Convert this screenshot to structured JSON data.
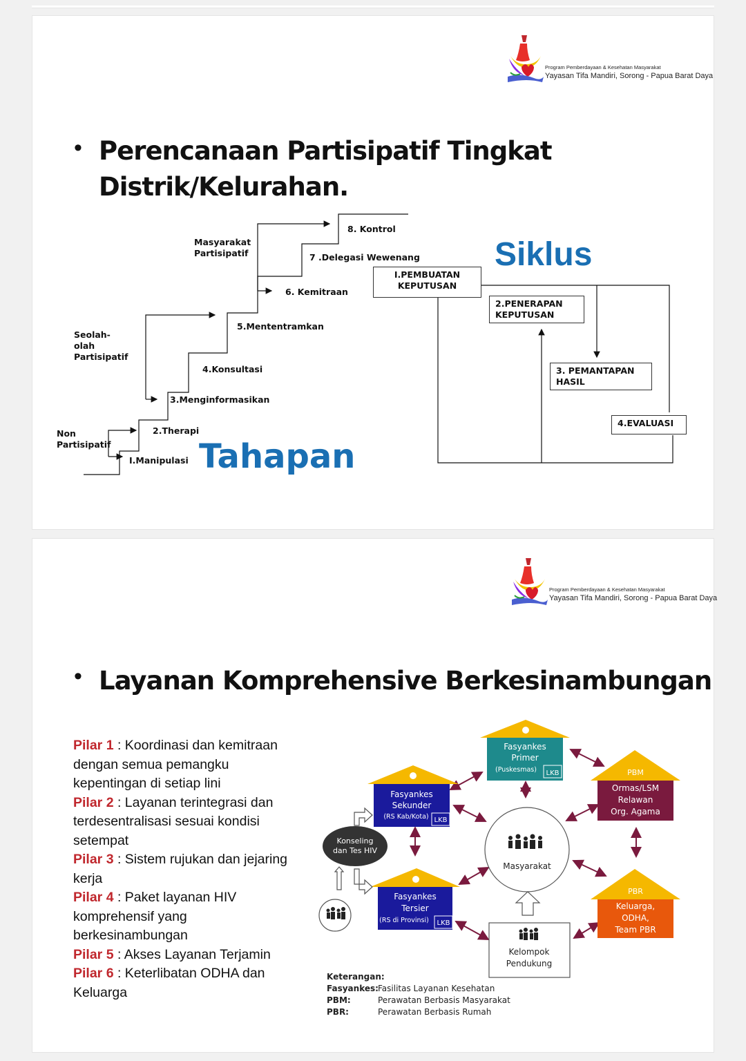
{
  "header": {
    "program_line": "Program Pemberdayaan & Kesehatan Masyarakat",
    "org_line": "Yayasan Tifa Mandiri, Sorong - Papua Barat Daya"
  },
  "slide1": {
    "title_line1": "Perencanaan Partisipatif Tingkat",
    "title_line2": "Distrik/Kelurahan.",
    "tahapan_label": "Tahapan",
    "siklus_label": "Siklus",
    "groups": {
      "masyarakat": "Masyarakat Partisipatif",
      "seolah": "Seolah-olah Partisipatif",
      "non": "Non Partisipatif"
    },
    "steps": {
      "s1": "I.Manipulasi",
      "s2": "2.Therapi",
      "s3": "3.Menginformasikan",
      "s4": "4.Konsultasi",
      "s5": "5.Mententramkan",
      "s6": "6. Kemitraan",
      "s7": "7 .Delegasi Wewenang",
      "s8": "8. Kontrol"
    },
    "cycle": {
      "c1": "I.PEMBUATAN KEPUTUSAN",
      "c2": "2.PENERAPAN KEPUTUSAN",
      "c3": "3. PEMANTAPAN HASIL",
      "c4": "4.EVALUASI"
    }
  },
  "slide2": {
    "title": "Layanan Komprehensive Berkesinambungan",
    "pillars": [
      {
        "key": "Pilar 1",
        "text": " : Koordinasi dan kemitraan dengan semua pemangku kepentingan di setiap lini"
      },
      {
        "key": "Pilar 2",
        "text": " : Layanan terintegrasi dan terdesentralisasi sesuai kondisi setempat"
      },
      {
        "key": "Pilar 3",
        "text": " : Sistem rujukan dan jejaring kerja"
      },
      {
        "key": "Pilar 4",
        "text": " : Paket layanan HIV komprehensif yang berkesinambungan"
      },
      {
        "key": "Pilar 5",
        "text": " : Akses Layanan Terjamin"
      },
      {
        "key": "Pilar 6",
        "text": " : Keterlibatan ODHA dan Keluarga"
      }
    ],
    "diagram": {
      "primer": {
        "l1": "Fasyankes",
        "l2": "Primer",
        "l3": "(Puskesmas)",
        "tag": "LKB"
      },
      "sekunder": {
        "l1": "Fasyankes",
        "l2": "Sekunder",
        "l3": "(RS Kab/Kota)",
        "tag": "LKB"
      },
      "tersier": {
        "l1": "Fasyankes",
        "l2": "Tersier",
        "l3": "(RS di Provinsi)",
        "tag": "LKB"
      },
      "pbm": {
        "roof": "PBM",
        "l1": "Ormas/LSM",
        "l2": "Relawan",
        "l3": "Org. Agama"
      },
      "pbr": {
        "roof": "PBR",
        "l1": "Keluarga,",
        "l2": "ODHA,",
        "l3": "Team PBR"
      },
      "konseling": {
        "l1": "Konseling",
        "l2": "dan Tes HIV"
      },
      "masyarakat": "Masyarakat",
      "kelompok": {
        "l1": "Kelompok",
        "l2": "Pendukung"
      }
    },
    "keterangan": {
      "title": "Keterangan:",
      "rows": [
        {
          "k": "Fasyankes:",
          "v": "Fasilitas Layanan Kesehatan"
        },
        {
          "k": "PBM:",
          "v": "Perawatan Berbasis Masyarakat"
        },
        {
          "k": "PBR:",
          "v": "Perawatan Berbasis Rumah"
        }
      ]
    }
  },
  "colors": {
    "blue_accent": "#1a6fb3",
    "pillar_red": "#c0272d",
    "navy_box": "#1a1a9c",
    "teal_box": "#1e8a8c",
    "maroon_box": "#7a1a3e",
    "orange_box": "#e8580c",
    "roof_yellow": "#f5b800",
    "arrow_maroon": "#7a1a3e"
  },
  "icons": [
    "logo-emblem-icon",
    "people-group-icon",
    "up-arrow-icon"
  ]
}
